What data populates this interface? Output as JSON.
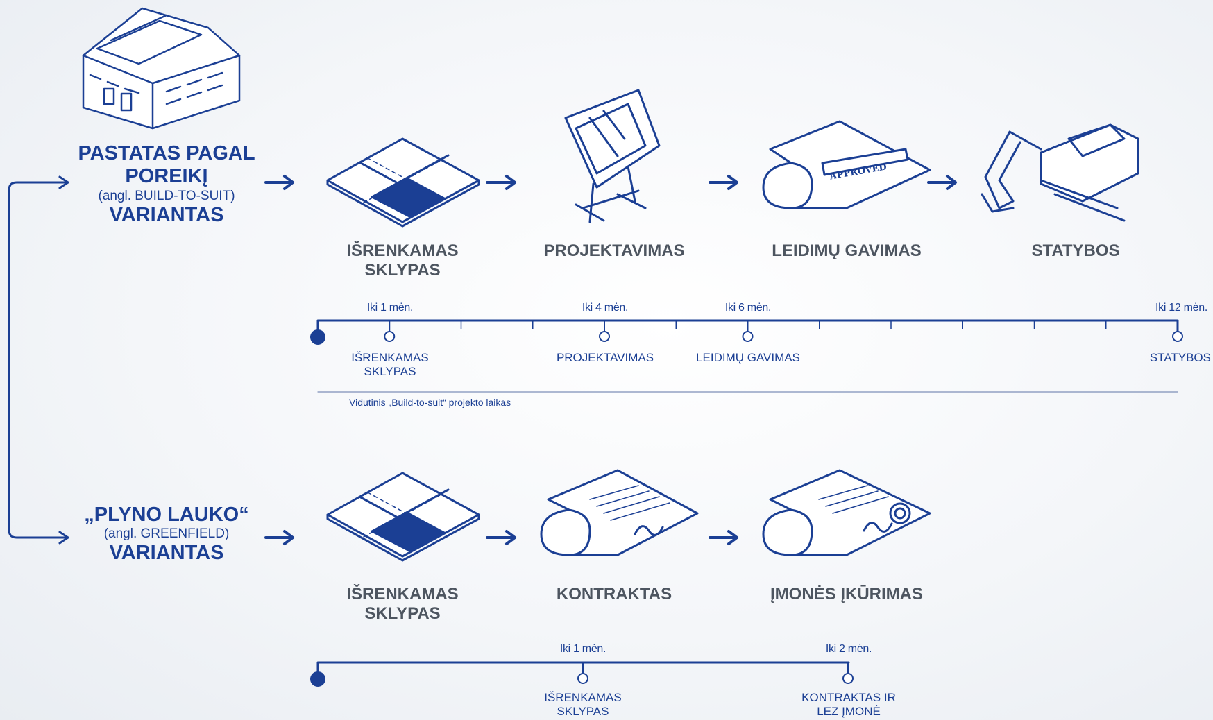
{
  "colors": {
    "accent": "#1b3f94",
    "text_gray": "#4d5560"
  },
  "bts": {
    "title_line1": "PASTATAS PAGAL",
    "title_line2": "POREIKĮ",
    "subtitle": "(angl. BUILD-TO-SUIT)",
    "title_line3": "VARIANTAS",
    "steps": [
      {
        "label_line1": "IŠRENKAMAS",
        "label_line2": "SKLYPAS",
        "icon": "land-plot-icon"
      },
      {
        "label_line1": "PROJEKTAVIMAS",
        "label_line2": "",
        "icon": "drafting-table-icon"
      },
      {
        "label_line1": "LEIDIMŲ GAVIMAS",
        "label_line2": "",
        "icon": "approved-document-icon"
      },
      {
        "label_line1": "STATYBOS",
        "label_line2": "",
        "icon": "excavator-icon"
      }
    ],
    "timeline": {
      "milestones": [
        {
          "time": "Iki 1 mėn.",
          "label_line1": "IŠRENKAMAS",
          "label_line2": "SKLYPAS",
          "month": 1
        },
        {
          "time": "Iki 4 mėn.",
          "label_line1": "PROJEKTAVIMAS",
          "label_line2": "",
          "month": 4
        },
        {
          "time": "Iki 6 mėn.",
          "label_line1": "LEIDIMŲ GAVIMAS",
          "label_line2": "",
          "month": 6
        },
        {
          "time": "Iki 12 mėn.",
          "label_line1": "STATYBOS",
          "label_line2": "",
          "month": 12
        }
      ],
      "caption": "Vidutinis „Build-to-suit“ projekto laikas"
    }
  },
  "gf": {
    "title_line1": "„PLYNO LAUKO“",
    "subtitle": "(angl. GREENFIELD)",
    "title_line2": "VARIANTAS",
    "steps": [
      {
        "label_line1": "IŠRENKAMAS",
        "label_line2": "SKLYPAS",
        "icon": "land-plot-icon"
      },
      {
        "label_line1": "KONTRAKTAS",
        "label_line2": "",
        "icon": "contract-scroll-icon"
      },
      {
        "label_line1": "ĮMONĖS ĮKŪRIMAS",
        "label_line2": "",
        "icon": "sealed-document-icon"
      }
    ],
    "timeline": {
      "milestones": [
        {
          "time": "Iki 1 mėn.",
          "label_line1": "IŠRENKAMAS",
          "label_line2": "SKLYPAS",
          "month": 1
        },
        {
          "time": "Iki 2 mėn.",
          "label_line1": "KONTRAKTAS IR",
          "label_line2": "LEZ ĮMONĖ",
          "month": 2
        }
      ]
    }
  }
}
